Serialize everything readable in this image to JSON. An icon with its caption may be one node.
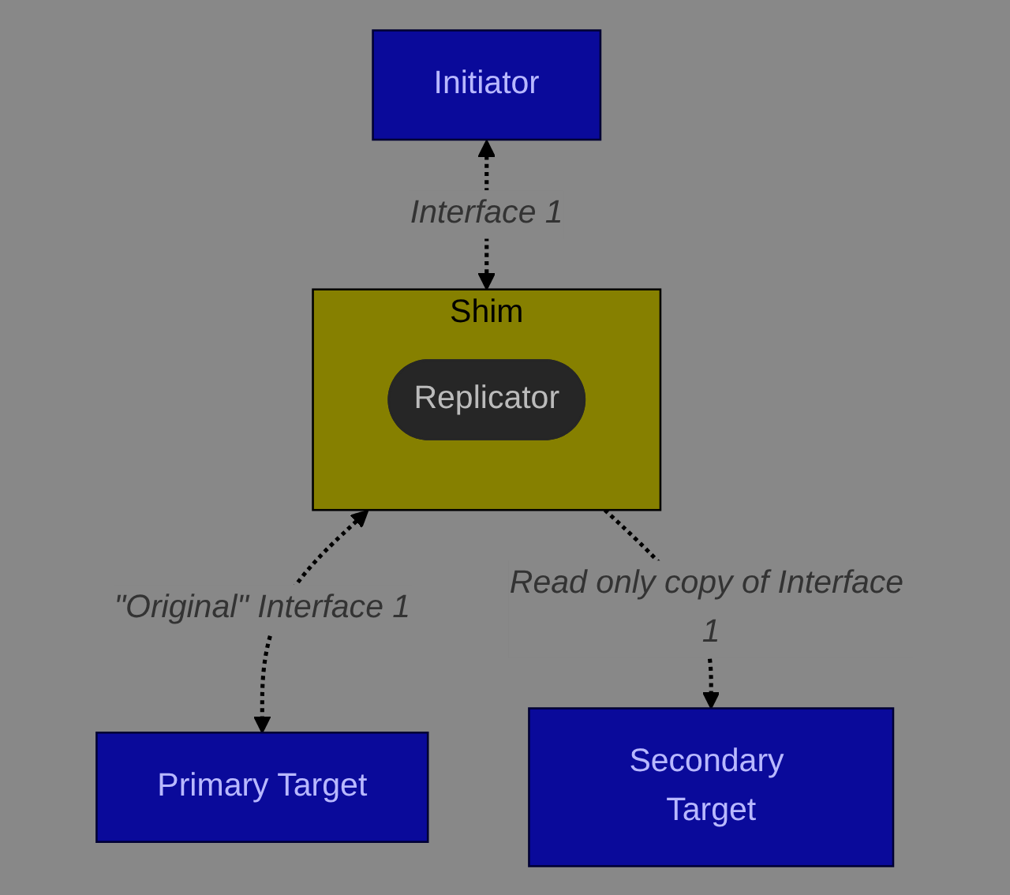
{
  "diagram": {
    "nodes": [
      {
        "text": [
          "Initiator"
        ]
      },
      {
        "text": [
          "Shim"
        ]
      },
      {
        "text": [
          "Replicator"
        ],
        "in": 1
      },
      {
        "text": [
          "Primary Target"
        ]
      },
      {
        "text": [
          "Secondary Target"
        ]
      }
    ],
    "edges": [
      {
        "from": 0,
        "to": 1,
        "arrow": "both",
        "style": "dashed",
        "label": "Interface 1"
      },
      {
        "from": 1,
        "to": 3,
        "arrow": "both",
        "style": "dashed",
        "label": "\"Original\" Interface 1"
      },
      {
        "from": 1,
        "to": 4,
        "arrow": "to",
        "style": "dashed",
        "label": "Read only copy of Interface 1"
      }
    ]
  }
}
